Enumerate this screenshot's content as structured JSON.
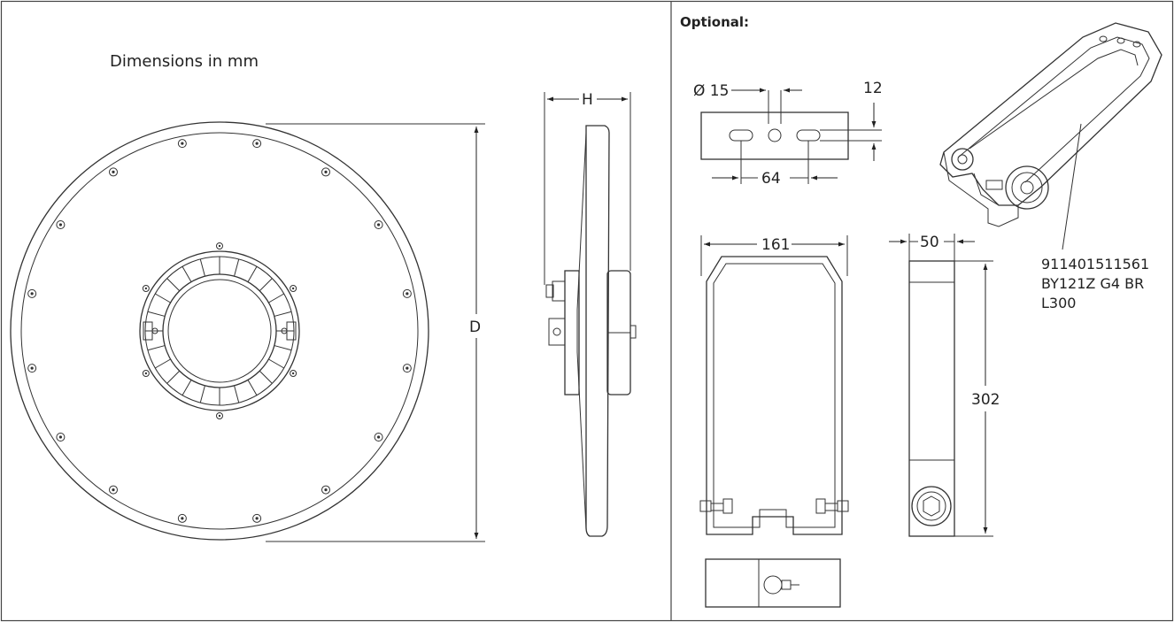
{
  "left_panel": {
    "title": "Dimensions in mm",
    "label_diameter": "D",
    "label_height": "H"
  },
  "right_panel": {
    "heading": "Optional:",
    "plate_hole_diameter": "Ø 15",
    "plate_thickness": "12",
    "plate_hole_spacing": "64",
    "bracket_width": "161",
    "bracket_depth": "50",
    "bracket_height": "302",
    "part_number_line1": "911401511561",
    "part_number_line2": "BY121Z G4 BR",
    "part_number_line3": "L300"
  }
}
